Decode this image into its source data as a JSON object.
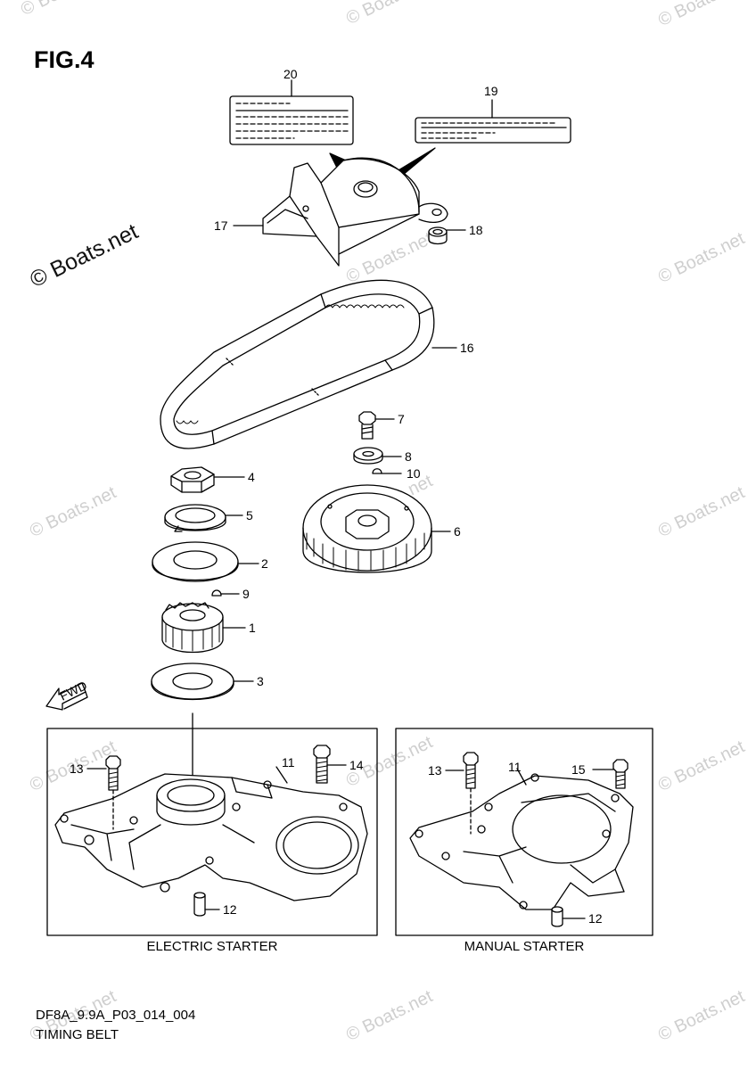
{
  "figure_label": "FIG.4",
  "watermark": "© Boats.net",
  "part_numbers": {
    "p1": "1",
    "p2": "2",
    "p3": "3",
    "p4": "4",
    "p5": "5",
    "p6": "6",
    "p7": "7",
    "p8": "8",
    "p9": "9",
    "p10": "10",
    "p11a": "11",
    "p11b": "11",
    "p12a": "12",
    "p12b": "12",
    "p13a": "13",
    "p13b": "13",
    "p14": "14",
    "p15": "15",
    "p16": "16",
    "p17": "17",
    "p18": "18",
    "p19": "19",
    "p20": "20"
  },
  "panels": {
    "electric": "ELECTRIC STARTER",
    "manual": "MANUAL STARTER"
  },
  "footer": {
    "code": "DF8A_9.9A_P03_014_004",
    "title": "TIMING BELT"
  },
  "fwd_label": "FWD"
}
